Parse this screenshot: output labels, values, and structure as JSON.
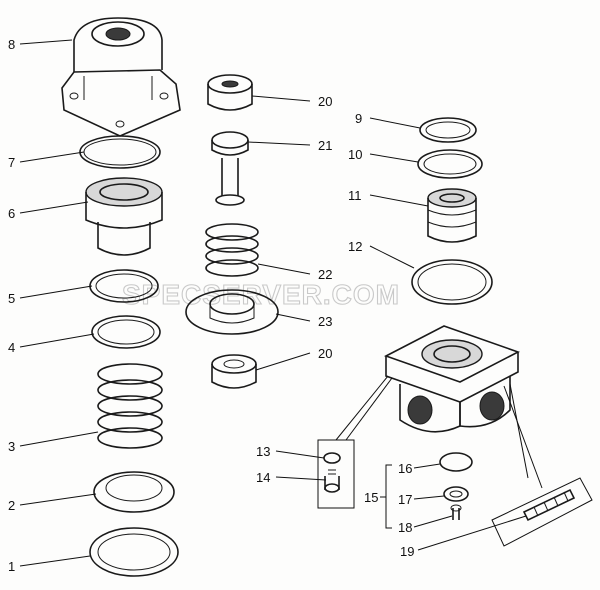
{
  "watermark": "SPECSERVER.COM",
  "callouts": [
    {
      "id": "c1",
      "text": "1"
    },
    {
      "id": "c2",
      "text": "2"
    },
    {
      "id": "c3",
      "text": "3"
    },
    {
      "id": "c4",
      "text": "4"
    },
    {
      "id": "c5",
      "text": "5"
    },
    {
      "id": "c6",
      "text": "6"
    },
    {
      "id": "c7",
      "text": "7"
    },
    {
      "id": "c8",
      "text": "8"
    },
    {
      "id": "c9",
      "text": "9"
    },
    {
      "id": "c10",
      "text": "10"
    },
    {
      "id": "c11",
      "text": "11"
    },
    {
      "id": "c12",
      "text": "12"
    },
    {
      "id": "c13",
      "text": "13"
    },
    {
      "id": "c14",
      "text": "14"
    },
    {
      "id": "c15",
      "text": "15"
    },
    {
      "id": "c16",
      "text": "16"
    },
    {
      "id": "c17",
      "text": "17"
    },
    {
      "id": "c18",
      "text": "18"
    },
    {
      "id": "c19",
      "text": "19"
    },
    {
      "id": "c20a",
      "text": "20"
    },
    {
      "id": "c20b",
      "text": "20"
    },
    {
      "id": "c21",
      "text": "21"
    },
    {
      "id": "c22",
      "text": "22"
    },
    {
      "id": "c23",
      "text": "23"
    }
  ]
}
